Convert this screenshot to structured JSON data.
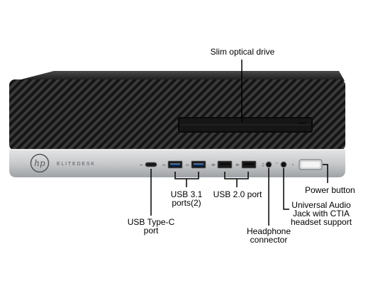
{
  "brand": {
    "logo_text": "hp",
    "model_text": "ELITEDESK"
  },
  "callouts": {
    "optical_drive": "Slim optical drive",
    "usb31": [
      "USB 3.1",
      "ports(2)"
    ],
    "usb20": "USB 2.0 port",
    "power_button": "Power button",
    "universal_audio": [
      "Universal Audio",
      "Jack with CTIA",
      "headset support"
    ],
    "headphone": [
      "Headphone",
      "connector"
    ],
    "usb_type_c": [
      "USB Type-C",
      "port"
    ]
  },
  "colors": {
    "chassis_dark": "#1e1e1e",
    "chassis_top": "#2c2c2c",
    "bezel_silver": "#c9cbcd",
    "leader_line": "#000000"
  }
}
